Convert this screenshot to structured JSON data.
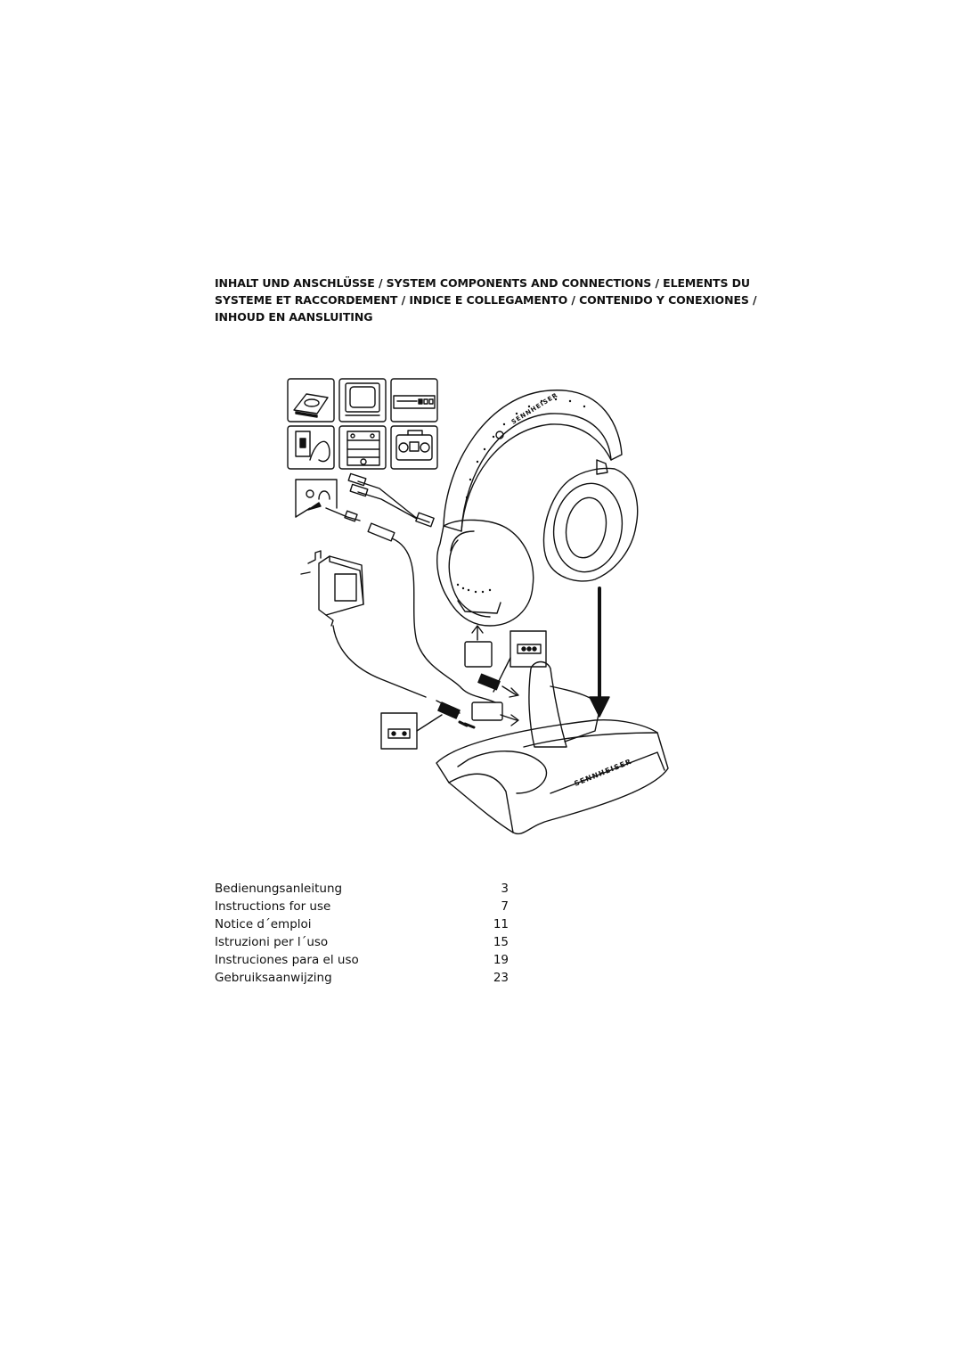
{
  "heading": {
    "line1": "INHALT UND ANSCHLÜSSE / SYSTEM COMPONENTS AND CONNECTIONS / ELEMENTS DU",
    "line2": "SYSTEME ET RACCORDEMENT / INDICE E COLLEGAMENTO / CONTENIDO Y CONEXIONES /",
    "line3": "INHOUD EN AANSLUITING"
  },
  "figure": {
    "brand_headband": "SENNHEISER",
    "brand_base": "SENNHEISER",
    "icons": [
      "cd-player-icon",
      "tv-icon",
      "cd-deck-icon",
      "headphone-jack-icon",
      "hifi-stack-icon",
      "boombox-icon"
    ]
  },
  "toc": [
    {
      "title": "Bedienungsanleitung",
      "page": "3"
    },
    {
      "title": "Instructions for use",
      "page": "7"
    },
    {
      "title": "Notice d´emploi",
      "page": "11"
    },
    {
      "title": "Istruzioni per l´uso",
      "page": "15"
    },
    {
      "title": "Instruciones para el uso",
      "page": "19"
    },
    {
      "title": "Gebruiksaanwijzing",
      "page": "23"
    }
  ]
}
